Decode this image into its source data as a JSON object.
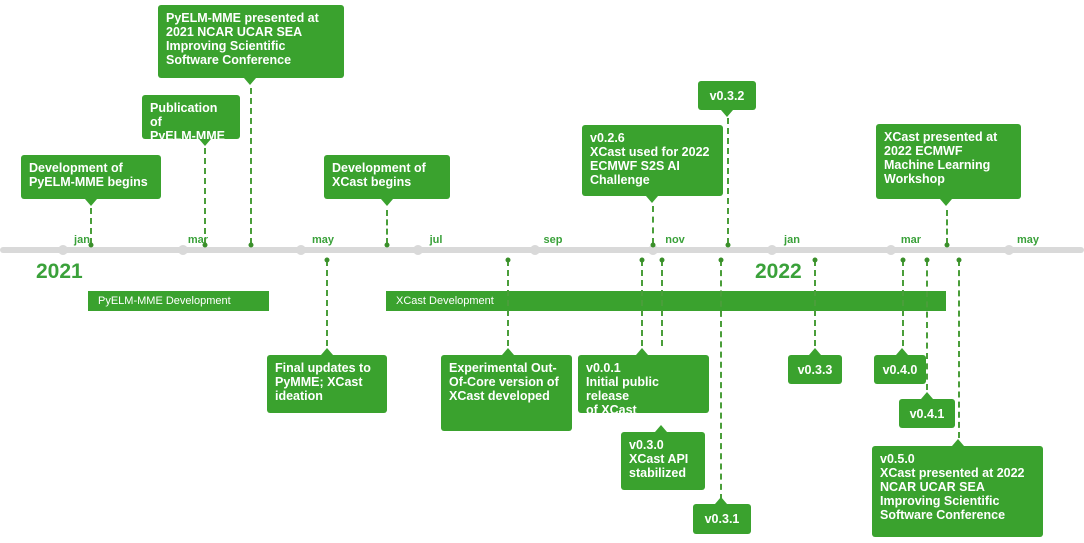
{
  "axis": {
    "months": [
      "jan",
      "mar",
      "may",
      "jul",
      "sep",
      "nov",
      "jan",
      "mar",
      "may"
    ],
    "years": [
      "2021",
      "2022"
    ]
  },
  "bars": {
    "pyelm": "PyELM-MME Development",
    "xcast": "XCast Development"
  },
  "events": {
    "pyelm_dev_begins": [
      "Development of",
      "PyELM-MME begins"
    ],
    "publication": [
      "Publication of",
      "PyELM-MME"
    ],
    "ncar_2021": [
      "PyELM-MME presented at",
      "2021 NCAR UCAR SEA",
      "Improving Scientific",
      "Software Conference"
    ],
    "xcast_dev_begins": [
      "Development of",
      "XCast begins"
    ],
    "v026": [
      "v0.2.6",
      "XCast used for 2022",
      "ECMWF S2S AI",
      "Challenge"
    ],
    "v032": "v0.3.2",
    "ecmwf_ml": [
      "XCast presented at",
      "2022 ECMWF",
      "Machine Learning",
      "Workshop"
    ],
    "final_updates": [
      "Final updates to",
      "PyMME; XCast",
      "ideation"
    ],
    "ooc": [
      "Experimental Out-",
      "Of-Core version of",
      "XCast developed"
    ],
    "v001": [
      "v0.0.1",
      "Initial public release",
      "of XCast"
    ],
    "v030": [
      "v0.3.0",
      "XCast API",
      "stabilized"
    ],
    "v031": "v0.3.1",
    "v033": "v0.3.3",
    "v040": "v0.4.0",
    "v041": "v0.4.1",
    "v050": [
      "v0.5.0",
      "XCast presented at 2022",
      "NCAR UCAR SEA",
      "Improving Scientific",
      "Software Conference"
    ]
  }
}
